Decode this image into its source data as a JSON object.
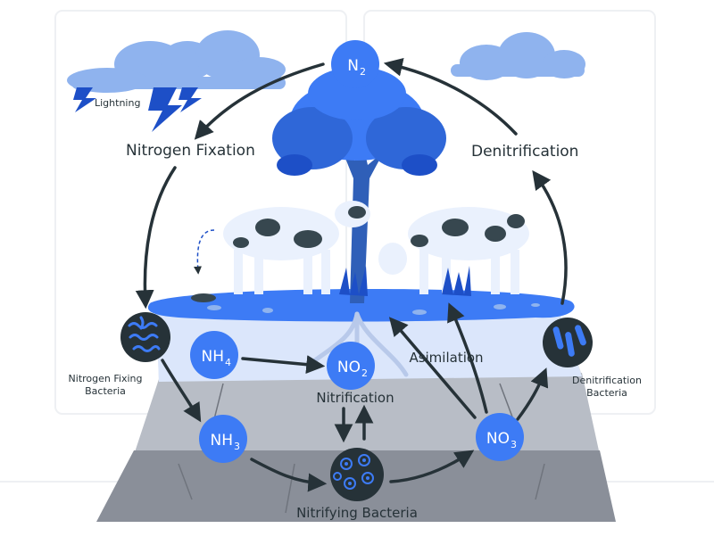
{
  "labels": {
    "lightning": "Lightning",
    "nitrogen_fixation": "Nitrogen Fixation",
    "denitrification": "Denitrification",
    "nitrogen_fixing_bacteria_line1": "Nitrogen Fixing",
    "nitrogen_fixing_bacteria_line2": "Bacteria",
    "denitrification_bacteria_line1": "Denitrification",
    "denitrification_bacteria_line2": "Bacteria",
    "nitrification": "Nitrification",
    "asimilation": "Asimilation",
    "nitrifying_bacteria": "Nitrifying Bacteria"
  },
  "nodes": {
    "n2": {
      "base": "N",
      "sub": "2"
    },
    "nh4": {
      "base": "NH",
      "sub": "4"
    },
    "no2": {
      "base": "NO",
      "sub": "2"
    },
    "nh3": {
      "base": "NH",
      "sub": "3"
    },
    "no3": {
      "base": "NO",
      "sub": "3"
    }
  },
  "colors": {
    "accent": "#3d7bf5",
    "accent_dark": "#1d4fc7",
    "cloud": "#8fb3ee",
    "rock_light": "#c9cdd5",
    "rock_dark": "#8a8f99",
    "soil": "#dbe6fb",
    "arrow": "#263238"
  }
}
